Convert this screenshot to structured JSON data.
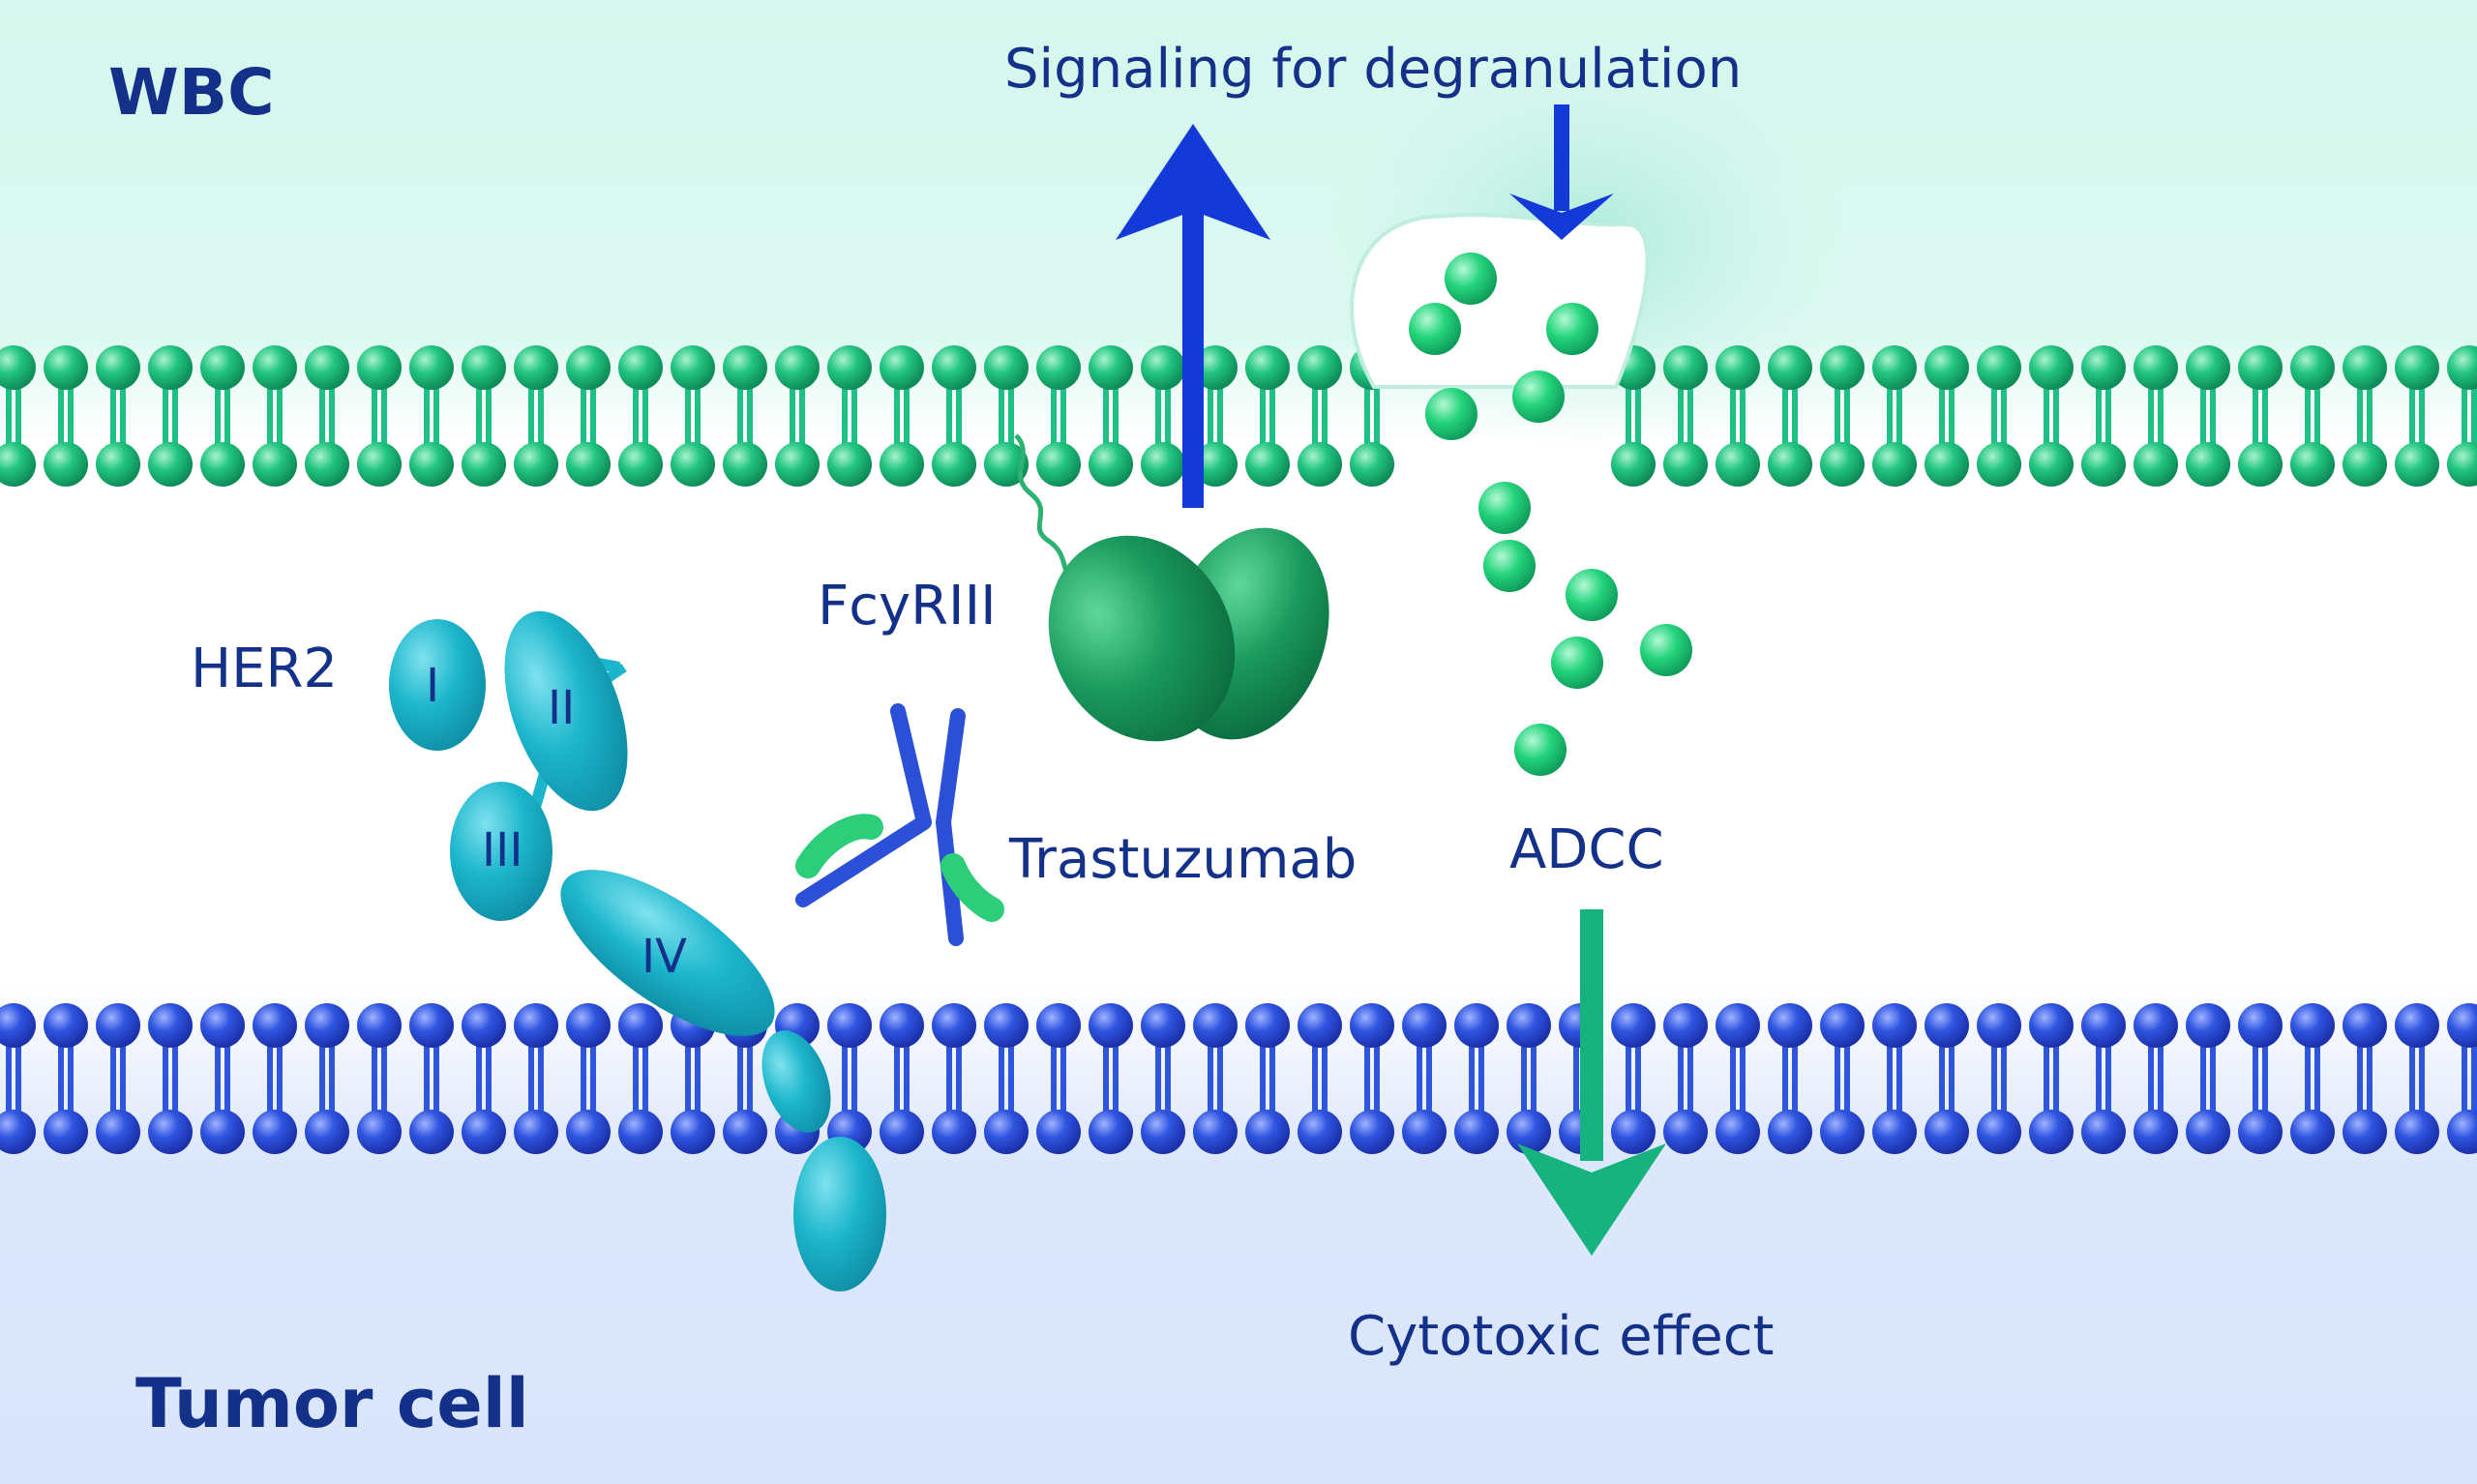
{
  "labels": {
    "wbc": "WBC",
    "tumor_cell": "Tumor cell",
    "signaling": "Signaling for degranulation",
    "fcyr": "FcyRIII",
    "her2": "HER2",
    "trastuzumab": "Trastuzumab",
    "adcc": "ADCC",
    "cytotoxic": "Cytotoxic effect"
  },
  "her2_domains": [
    "I",
    "II",
    "III",
    "IV"
  ],
  "colors": {
    "wbc_bg": "#d9f7ef",
    "tumor_bg": "#dbe6fb",
    "wbc_lipid": "#1fc084",
    "tumor_lipid": "#2f55dd",
    "her2": "#1cb6cc",
    "fcyr": "#1a9a5d",
    "antibody_heavy": "#2b4fd6",
    "antibody_light": "#2cce7a",
    "granule": "#22d27a",
    "arrow_blue": "#1339d8",
    "arrow_green": "#17b37e",
    "text": "#14318a"
  }
}
